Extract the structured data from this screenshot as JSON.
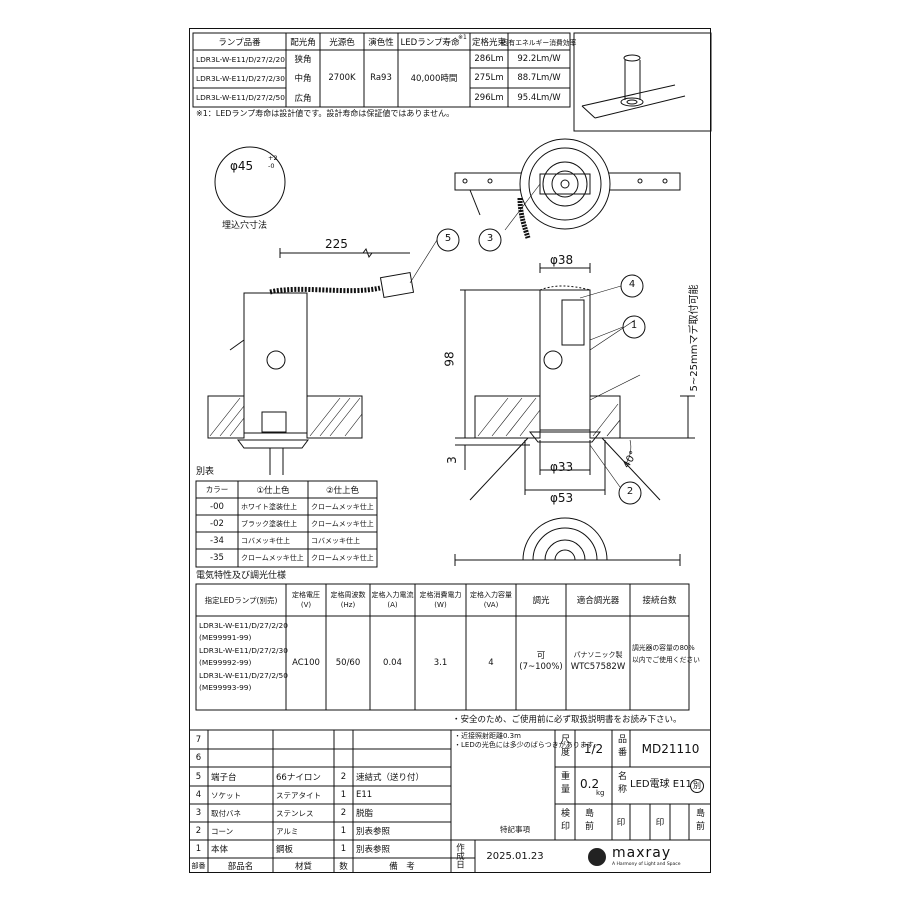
{
  "lamp_table": {
    "headers": [
      "ランプ品番",
      "配光角",
      "光源色",
      "演色性",
      "LEDランプ寿命",
      "定格光束",
      "固有エネルギー消費効率"
    ],
    "footnote_mark": "※1",
    "rows": [
      {
        "part": "LDR3L-W-E11/D/27/2/20",
        "beam": "狭角",
        "flux": "286Lm",
        "eff": "92.2Lm/W"
      },
      {
        "part": "LDR3L-W-E11/D/27/2/30",
        "beam": "中角",
        "flux": "275Lm",
        "eff": "88.7Lm/W"
      },
      {
        "part": "LDR3L-W-E11/D/27/2/50",
        "beam": "広角",
        "flux": "296Lm",
        "eff": "95.4Lm/W"
      }
    ],
    "color_temp": "2700K",
    "cri": "Ra93",
    "life": "40,000時間",
    "note": "※1：LEDランプ寿命は設計値です。設計寿命は保証値ではありません。"
  },
  "drawing": {
    "hole_dim": "φ45",
    "hole_tol_plus": "+2",
    "hole_tol_minus": "-0",
    "hole_caption": "埋込穴寸法",
    "cable_len": "225",
    "height_98": "98",
    "height_3": "3",
    "d38": "φ38",
    "d33": "φ33",
    "d53": "φ53",
    "angle": "40°",
    "ceiling_range": "5~25mmマデ取付可能",
    "callouts": [
      "1",
      "2",
      "3",
      "4",
      "5"
    ]
  },
  "finish_table": {
    "title": "別表",
    "headers": [
      "カラー",
      "①仕上色",
      "②仕上色"
    ],
    "rows": [
      [
        "-00",
        "ホワイト塗装仕上",
        "クロームメッキ仕上"
      ],
      [
        "-02",
        "ブラック塗装仕上",
        "クロームメッキ仕上"
      ],
      [
        "-34",
        "コバメッキ仕上",
        "コバメッキ仕上"
      ],
      [
        "-35",
        "クロームメッキ仕上",
        "クロームメッキ仕上"
      ]
    ]
  },
  "elec_table": {
    "title": "電気特性及び調光仕様",
    "headers": [
      "指定LEDランプ(別売)",
      "定格電圧\n(V)",
      "定格周波数\n(Hz)",
      "定格入力電流\n(A)",
      "定格消費電力\n(W)",
      "定格入力容量\n(VA)",
      "調光",
      "適合調光器",
      "接続台数"
    ],
    "lamps": [
      "LDR3L-W-E11/D/27/2/20",
      "(ME99991-99)",
      "LDR3L-W-E11/D/27/2/30",
      "(ME99992-99)",
      "LDR3L-W-E11/D/27/2/50",
      "(ME99993-99)"
    ],
    "voltage": "AC100",
    "freq": "50/60",
    "current": "0.04",
    "power": "3.1",
    "va": "4",
    "dim_1": "可",
    "dim_2": "(7~100%)",
    "dimmer_1": "パナソニック製",
    "dimmer_2": "WTC57582W",
    "units_1": "調光器の容量の80%",
    "units_2": "以内でご使用ください"
  },
  "safety_note": "・安全のため、ご使用前に必ず取扱説明書をお読み下さい。",
  "parts": [
    {
      "no": "7",
      "name": "",
      "material": "",
      "qty": "",
      "remark": ""
    },
    {
      "no": "6",
      "name": "",
      "material": "",
      "qty": "",
      "remark": ""
    },
    {
      "no": "5",
      "name": "端子台",
      "material": "66ナイロン",
      "qty": "2",
      "remark": "速結式（送り付）"
    },
    {
      "no": "4",
      "name": "ソケット",
      "material": "ステアタイト",
      "qty": "1",
      "remark": "E11"
    },
    {
      "no": "3",
      "name": "取付バネ",
      "material": "ステンレス",
      "qty": "2",
      "remark": "脱脂"
    },
    {
      "no": "2",
      "name": "コーン",
      "material": "アルミ",
      "qty": "1",
      "remark": "別表参照"
    },
    {
      "no": "1",
      "name": "本体",
      "material": "鋼板",
      "qty": "1",
      "remark": "別表参照"
    }
  ],
  "parts_header": {
    "no": "部番",
    "name": "部品名",
    "material": "材質",
    "qty": "数",
    "remark": "備　考"
  },
  "special_notes": [
    "・近接照射距離0.3m",
    "・LEDの光色には多少のばらつきがあります。"
  ],
  "special_label": "特記事項",
  "title_block": {
    "scale_label": "尺度",
    "scale": "1/2",
    "drawing_no_label": "品番",
    "drawing_no": "MD21110",
    "weight_label": "重量",
    "weight": "0.2",
    "weight_unit": "kg",
    "name_label": "名称",
    "name": "LED電球 E11",
    "name_mark": "別",
    "check_label": "検印",
    "approve": "島前",
    "made_label": "作成日",
    "date": "2025.01.23",
    "stamp_label": "印",
    "logo_text": "maxray",
    "logo_tag": "A Harmony of Light and Space"
  }
}
